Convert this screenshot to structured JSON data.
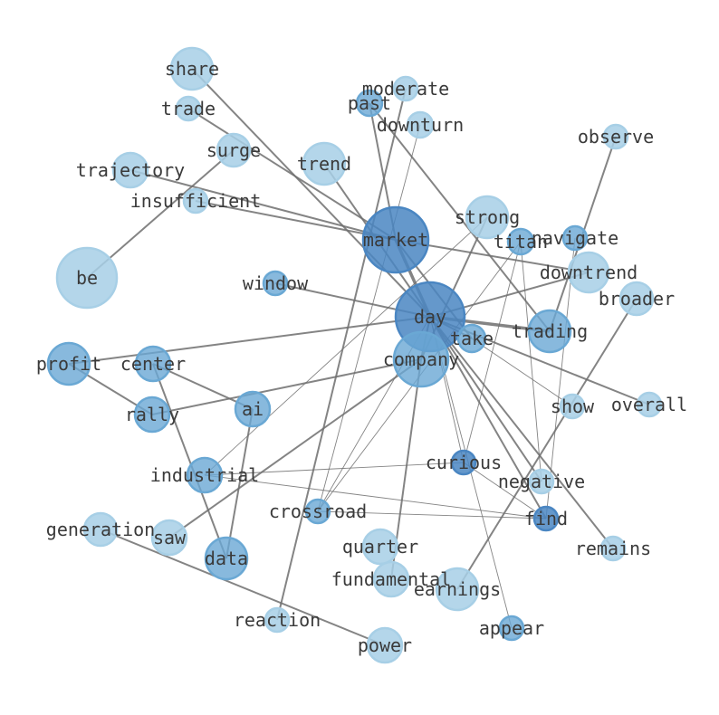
{
  "nodes": [
    {
      "id": "day",
      "label": "day",
      "tone": "dark"
    },
    {
      "id": "market",
      "label": "market",
      "tone": "dark"
    },
    {
      "id": "company",
      "label": "company",
      "tone": "mid"
    },
    {
      "id": "trading",
      "label": "trading",
      "tone": "mid"
    },
    {
      "id": "take",
      "label": "take",
      "tone": "mid"
    },
    {
      "id": "be",
      "label": "be",
      "tone": "light"
    },
    {
      "id": "share",
      "label": "share",
      "tone": "light"
    },
    {
      "id": "trade",
      "label": "trade",
      "tone": "light"
    },
    {
      "id": "surge",
      "label": "surge",
      "tone": "light"
    },
    {
      "id": "trajectory",
      "label": "trajectory",
      "tone": "light"
    },
    {
      "id": "insufficient",
      "label": "insufficient",
      "tone": "light"
    },
    {
      "id": "trend",
      "label": "trend",
      "tone": "light"
    },
    {
      "id": "moderate",
      "label": "moderate",
      "tone": "light"
    },
    {
      "id": "past",
      "label": "past",
      "tone": "mid"
    },
    {
      "id": "downturn",
      "label": "downturn",
      "tone": "light"
    },
    {
      "id": "observe",
      "label": "observe",
      "tone": "light"
    },
    {
      "id": "strong",
      "label": "strong",
      "tone": "light"
    },
    {
      "id": "titan",
      "label": "titan",
      "tone": "mid"
    },
    {
      "id": "navigate",
      "label": "navigate",
      "tone": "mid"
    },
    {
      "id": "downtrend",
      "label": "downtrend",
      "tone": "light"
    },
    {
      "id": "broader",
      "label": "broader",
      "tone": "light"
    },
    {
      "id": "window",
      "label": "window",
      "tone": "mid"
    },
    {
      "id": "profit",
      "label": "profit",
      "tone": "mid"
    },
    {
      "id": "center",
      "label": "center",
      "tone": "mid"
    },
    {
      "id": "rally",
      "label": "rally",
      "tone": "mid"
    },
    {
      "id": "ai",
      "label": "ai",
      "tone": "mid"
    },
    {
      "id": "show",
      "label": "show",
      "tone": "light"
    },
    {
      "id": "overall",
      "label": "overall",
      "tone": "light"
    },
    {
      "id": "curious",
      "label": "curious",
      "tone": "dark"
    },
    {
      "id": "industrial",
      "label": "industrial",
      "tone": "mid"
    },
    {
      "id": "negative",
      "label": "negative",
      "tone": "light"
    },
    {
      "id": "crossroad",
      "label": "crossroad",
      "tone": "mid"
    },
    {
      "id": "find",
      "label": "find",
      "tone": "dark"
    },
    {
      "id": "generation",
      "label": "generation",
      "tone": "light"
    },
    {
      "id": "saw",
      "label": "saw",
      "tone": "light"
    },
    {
      "id": "data",
      "label": "data",
      "tone": "mid"
    },
    {
      "id": "quarter",
      "label": "quarter",
      "tone": "light"
    },
    {
      "id": "remains",
      "label": "remains",
      "tone": "light"
    },
    {
      "id": "fundamental",
      "label": "fundamental",
      "tone": "light"
    },
    {
      "id": "earnings",
      "label": "earnings",
      "tone": "light"
    },
    {
      "id": "reaction",
      "label": "reaction",
      "tone": "light"
    },
    {
      "id": "appear",
      "label": "appear",
      "tone": "mid"
    },
    {
      "id": "power",
      "label": "power",
      "tone": "light"
    }
  ],
  "edges": [
    [
      "day",
      "market",
      "thick"
    ],
    [
      "day",
      "trading",
      "thick"
    ],
    [
      "day",
      "window",
      "mid"
    ],
    [
      "day",
      "downtrend",
      "mid"
    ],
    [
      "day",
      "take",
      "mid"
    ],
    [
      "day",
      "company",
      "mid"
    ],
    [
      "day",
      "share",
      "mid"
    ],
    [
      "day",
      "profit",
      "mid"
    ],
    [
      "day",
      "remains",
      "mid"
    ],
    [
      "day",
      "negative",
      "mid"
    ],
    [
      "day",
      "find",
      "mid"
    ],
    [
      "day",
      "overall",
      "mid"
    ],
    [
      "day",
      "curious",
      "thin"
    ],
    [
      "day",
      "appear",
      "thin"
    ],
    [
      "day",
      "crossroad",
      "thin"
    ],
    [
      "day",
      "trend",
      "mid"
    ],
    [
      "market",
      "trajectory",
      "mid"
    ],
    [
      "market",
      "insufficient",
      "mid"
    ],
    [
      "market",
      "past",
      "mid"
    ],
    [
      "market",
      "trade",
      "mid"
    ],
    [
      "market",
      "downtrend",
      "mid"
    ],
    [
      "market",
      "take",
      "mid"
    ],
    [
      "downturn",
      "crossroad",
      "thin"
    ],
    [
      "moderate",
      "reaction",
      "mid"
    ],
    [
      "be",
      "surge",
      "mid"
    ],
    [
      "company",
      "rally",
      "mid"
    ],
    [
      "company",
      "strong",
      "mid"
    ],
    [
      "company",
      "saw",
      "mid"
    ],
    [
      "company",
      "fundamental",
      "mid"
    ],
    [
      "past",
      "trading",
      "mid"
    ],
    [
      "titan",
      "crossroad",
      "thin"
    ],
    [
      "titan",
      "negative",
      "thin"
    ],
    [
      "titan",
      "curious",
      "thin"
    ],
    [
      "navigate",
      "find",
      "thin"
    ],
    [
      "observe",
      "trading",
      "mid"
    ],
    [
      "broader",
      "earnings",
      "mid"
    ],
    [
      "take",
      "show",
      "thin"
    ],
    [
      "center",
      "ai",
      "mid"
    ],
    [
      "center",
      "data",
      "mid"
    ],
    [
      "profit",
      "rally",
      "mid"
    ],
    [
      "ai",
      "data",
      "mid"
    ],
    [
      "industrial",
      "curious",
      "thin"
    ],
    [
      "industrial",
      "find",
      "thin"
    ],
    [
      "crossroad",
      "find",
      "thin"
    ],
    [
      "curious",
      "find",
      "thin"
    ],
    [
      "generation",
      "power",
      "mid"
    ],
    [
      "strong",
      "industrial",
      "thin"
    ]
  ],
  "colors": {
    "dark": "#4a86c2",
    "mid": "#6aa8d4",
    "light": "#a7cfe6",
    "edge": "#6e6e6e",
    "label": "#3a3a3a"
  }
}
